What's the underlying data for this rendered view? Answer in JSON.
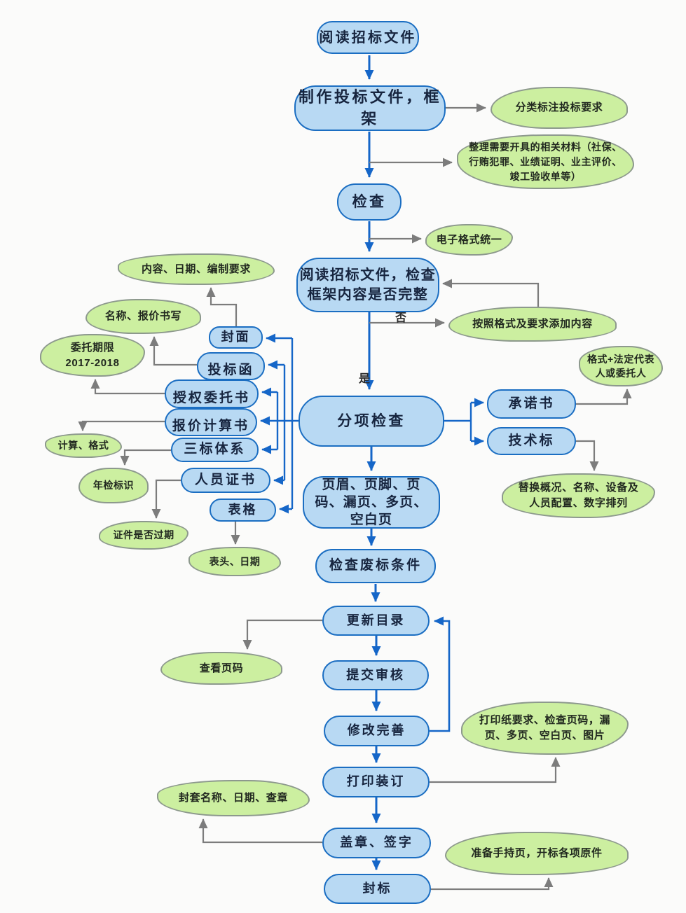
{
  "flow": {
    "read_tender": "阅读招标文件",
    "make_bid": "制作投标文件，框架",
    "check": "检查",
    "read_check": "阅读招标文件，检查\n框架内容是否完整",
    "item_check": "分项检查",
    "page_check": "页眉、页脚、页\n码、漏页、多页、\n空白页",
    "invalid_bid": "检查废标条件",
    "update_toc": "更新目录",
    "submit_review": "提交审核",
    "revise": "修改完善",
    "print_bind": "打印装订",
    "stamp_sign": "盖章、签字",
    "seal_bid": "封标"
  },
  "left_items": {
    "cover": "封面",
    "bid_letter": "投标函",
    "power_of_attorney": "授权委托书",
    "quote_calc": "报价计算书",
    "three_system": "三标体系",
    "personnel_cert": "人员证书",
    "forms": "表格"
  },
  "right_items": {
    "promise": "承诺书",
    "tech_bid": "技术标"
  },
  "notes": {
    "classify": "分类标注投标要求",
    "materials": "整理需要开具的相关材料（社保、\n行贿犯罪、业绩证明、业主评价、\n竣工验收单等）",
    "eformat": "电子格式统一",
    "add_content": "按照格式及要求添加内容",
    "format_legal": "格式+法定代表\n人或委托人",
    "replace": "替换概况、名称、设备及\n人员配置、数字排列",
    "content_date": "内容、日期、编制要求",
    "name_quote": "名称、报价书写",
    "entrust_period": "委托期限\n2017-2018",
    "calc_format": "计算、格式",
    "annual_mark": "年检标识",
    "cert_expired": "证件是否过期",
    "header_date": "表头、日期",
    "view_pages": "查看页码",
    "print_req": "打印纸要求、检查页码，漏\n页、多页、空白页、图片",
    "envelope": "封套名称、日期、查章",
    "prepare": "准备手持页，开标各项原件"
  },
  "branch": {
    "no": "否",
    "yes": "是"
  },
  "colors": {
    "node_fill": "#b8d9f3",
    "node_border": "#1b6ec2",
    "cloud_fill": "#ccefa0",
    "cloud_border": "#8d998d",
    "flow_arrow": "#1566c8",
    "note_arrow": "#7c7c7c"
  }
}
